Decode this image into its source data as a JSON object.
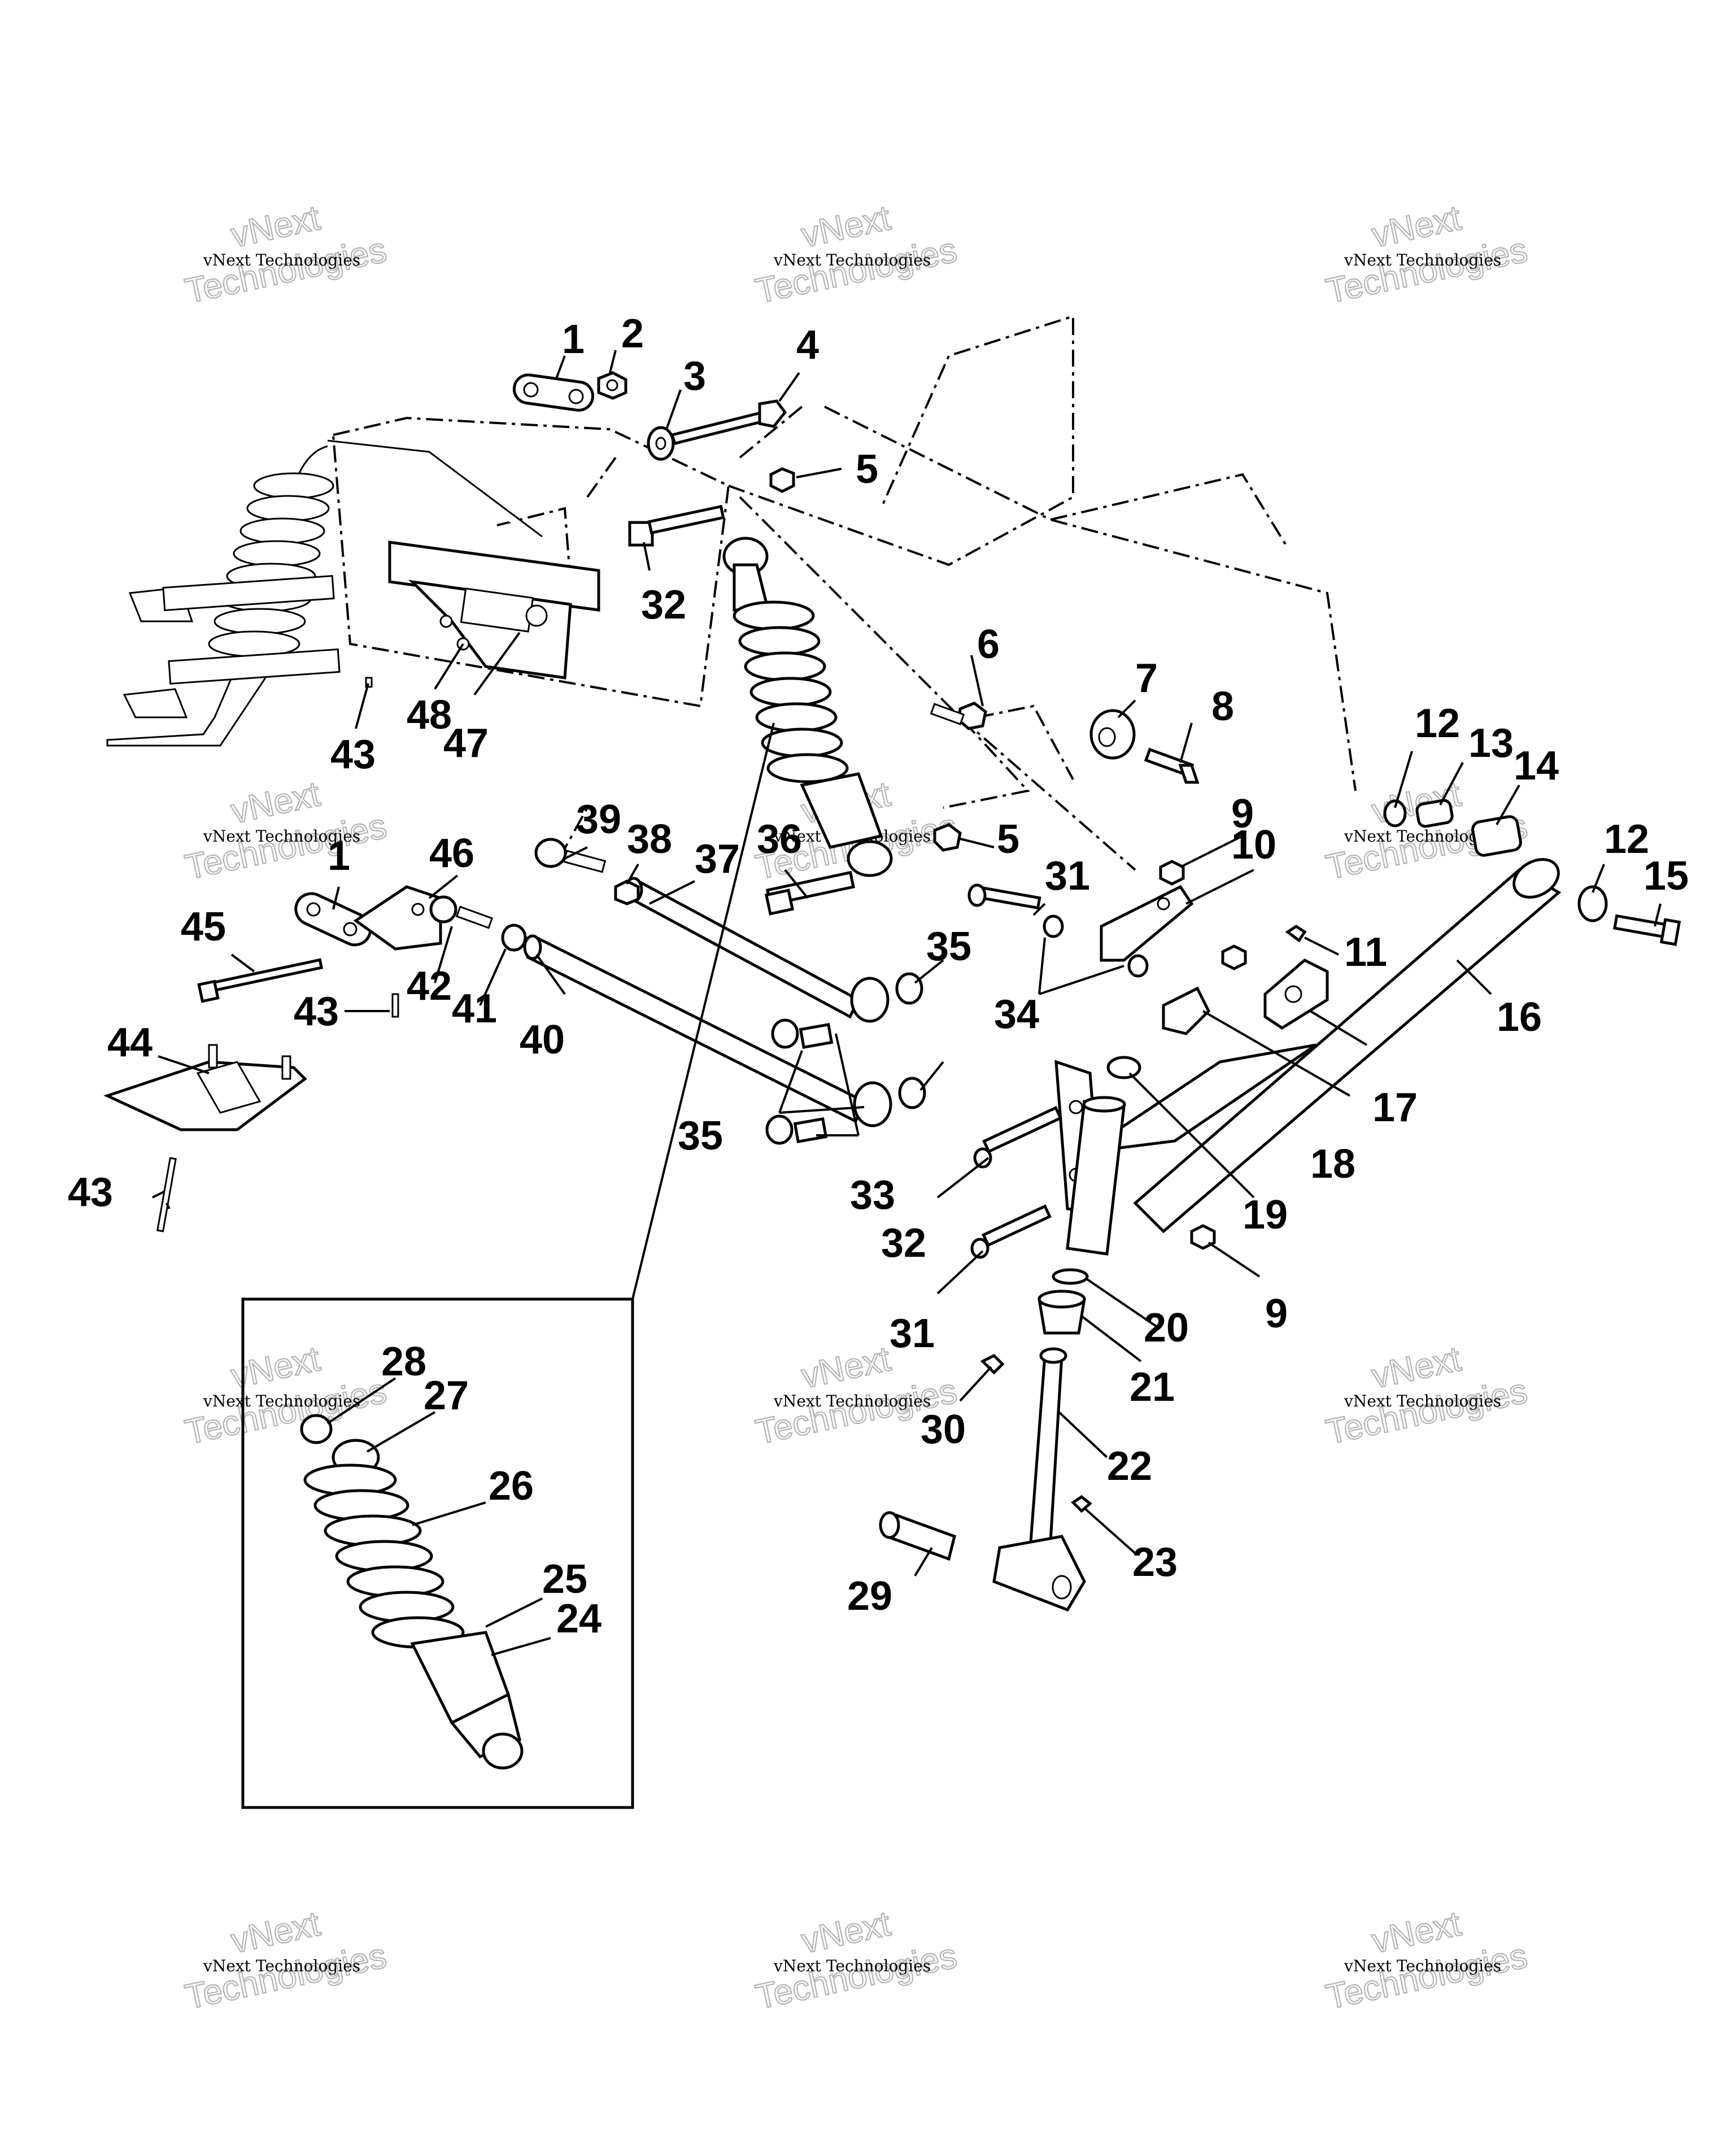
{
  "watermark": {
    "line1": "vNext Technologies",
    "line2": "vNext",
    "line3": "Technologies"
  },
  "callouts": [
    "1",
    "2",
    "3",
    "4",
    "5",
    "32",
    "6",
    "7",
    "8",
    "12",
    "13",
    "14",
    "12",
    "15",
    "48",
    "47",
    "43",
    "9",
    "10",
    "39",
    "38",
    "37",
    "36",
    "5",
    "31",
    "1",
    "46",
    "45",
    "42",
    "41",
    "43",
    "11",
    "16",
    "35",
    "34",
    "40",
    "44",
    "17",
    "18",
    "35",
    "33",
    "32",
    "19",
    "43",
    "31",
    "9",
    "20",
    "21",
    "30",
    "22",
    "28",
    "27",
    "26",
    "23",
    "29",
    "25",
    "24"
  ],
  "icons": {
    "shock_absorber": "shock-absorber-drawing",
    "front_arm": "front-arm-drawing",
    "spindle": "spindle-drawing",
    "detail_box": "detail-box"
  }
}
